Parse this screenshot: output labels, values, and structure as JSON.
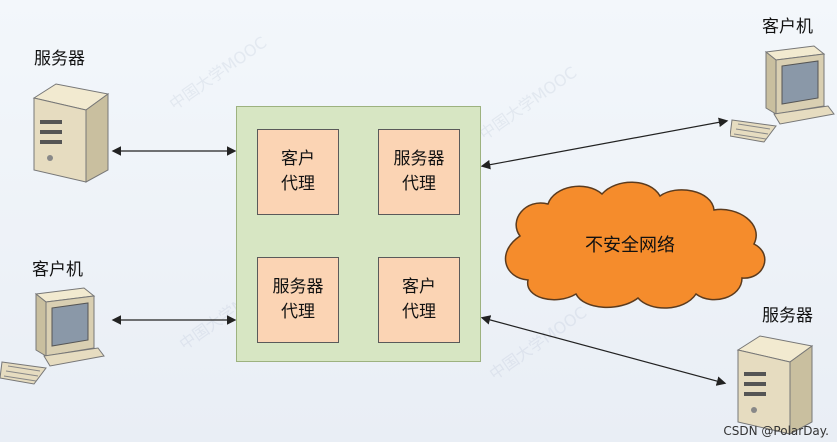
{
  "labels": {
    "server_top_left": "服务器",
    "client_bottom_left": "客户机",
    "client_top_right": "客户机",
    "server_bottom_right": "服务器"
  },
  "proxies": {
    "top_left": "客户\n代理",
    "top_right": "服务器\n代理",
    "bottom_left": "服务器\n代理",
    "bottom_right": "客户\n代理"
  },
  "cloud_label": "不安全网络",
  "watermark_text": "中国大学MOOC",
  "credit": "CSDN @PolarDay.",
  "colors": {
    "proxy_group_bg": "#d7e6c3",
    "proxy_box_bg": "#fbd4b4",
    "cloud_fill": "#f58c2c",
    "cloud_stroke": "#5b3b1e"
  },
  "icons": [
    "server-icon",
    "client-computer-icon"
  ]
}
